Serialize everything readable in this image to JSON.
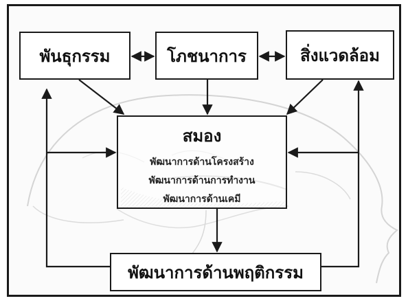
{
  "boxes": {
    "genetics": "พันธุกรรม",
    "nutrition": "โภชนาการ",
    "environment": "สิ่งแวดล้อม",
    "behavior": "พัฒนาการด้านพฤติกรรม"
  },
  "brain": {
    "title": "สมอง",
    "items": [
      "พัฒนาการด้านโครงสร้าง",
      "พัฒนาการด้านการทำงาน",
      "พัฒนาการด้านเคมี"
    ]
  }
}
